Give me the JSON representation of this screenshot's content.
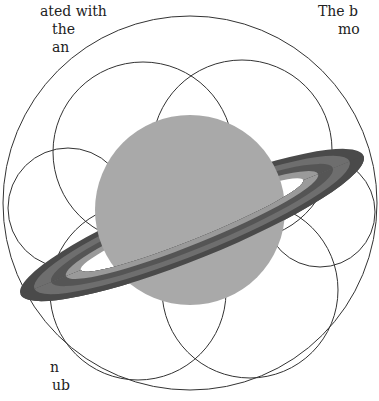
{
  "diagram": {
    "labels": [
      "ated with",
      "the",
      "an",
      "The b",
      "mo",
      "n",
      "ub"
    ]
  }
}
